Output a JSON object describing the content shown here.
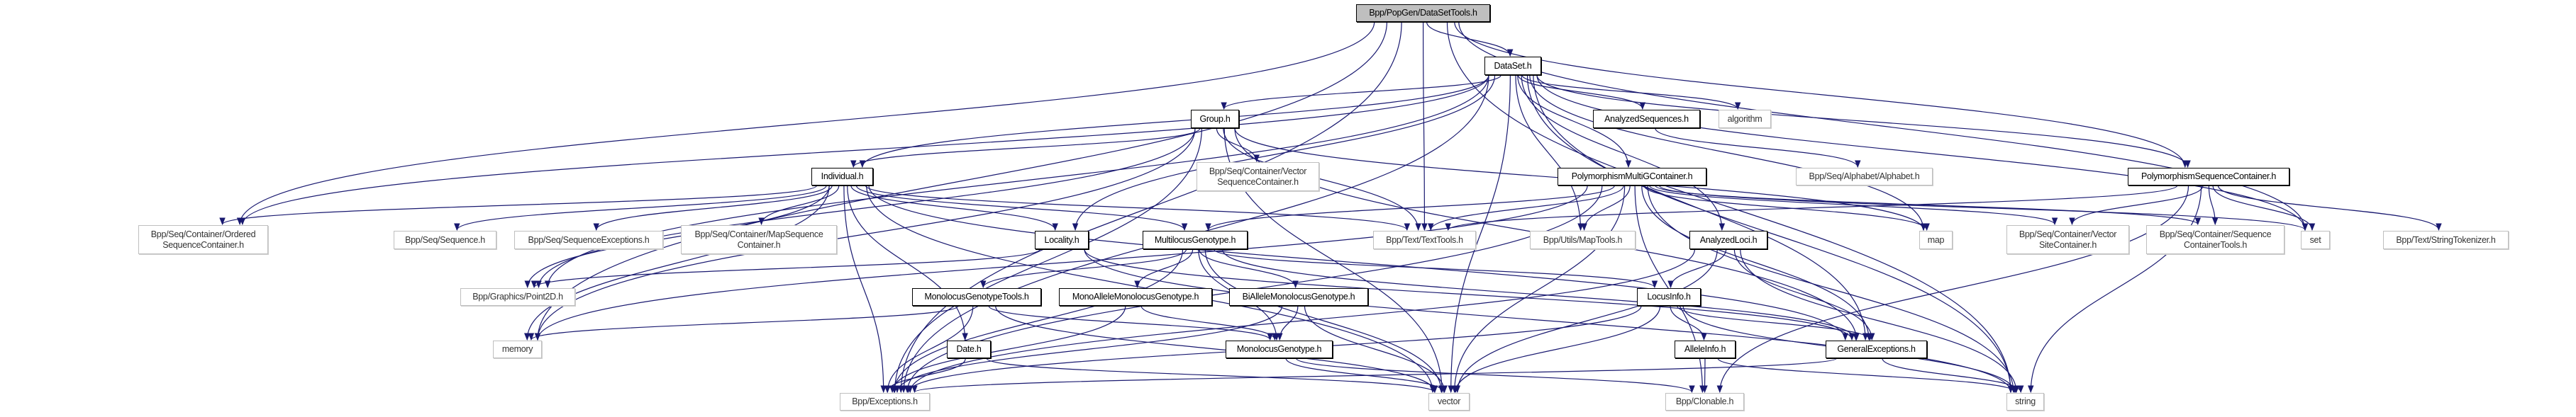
{
  "edge_color": "#191970",
  "root_fill": "#bfbfbf",
  "nodes": [
    {
      "id": "root",
      "label": "Bpp/PopGen/DataSetTools.h",
      "kind": "root"
    },
    {
      "id": "dataset",
      "label": "DataSet.h",
      "kind": "documented"
    },
    {
      "id": "group",
      "label": "Group.h",
      "kind": "documented"
    },
    {
      "id": "analyzedseq",
      "label": "AnalyzedSequences.h",
      "kind": "documented"
    },
    {
      "id": "algorithm",
      "label": "algorithm",
      "kind": "external"
    },
    {
      "id": "individual",
      "label": "Individual.h",
      "kind": "documented"
    },
    {
      "id": "vecseqcont",
      "label": "Bpp/Seq/Container/Vector\nSequenceContainer.h",
      "kind": "external"
    },
    {
      "id": "pmgc",
      "label": "PolymorphismMultiGContainer.h",
      "kind": "documented"
    },
    {
      "id": "alphabet",
      "label": "Bpp/Seq/Alphabet/Alphabet.h",
      "kind": "external"
    },
    {
      "id": "psc",
      "label": "PolymorphismSequenceContainer.h",
      "kind": "documented"
    },
    {
      "id": "orderedseq",
      "label": "Bpp/Seq/Container/Ordered\nSequenceContainer.h",
      "kind": "external"
    },
    {
      "id": "sequence",
      "label": "Bpp/Seq/Sequence.h",
      "kind": "external"
    },
    {
      "id": "seqexc",
      "label": "Bpp/Seq/SequenceExceptions.h",
      "kind": "external"
    },
    {
      "id": "mapseqcont",
      "label": "Bpp/Seq/Container/MapSequence\nContainer.h",
      "kind": "external"
    },
    {
      "id": "locality",
      "label": "Locality.h",
      "kind": "documented"
    },
    {
      "id": "multilocus",
      "label": "MultilocusGenotype.h",
      "kind": "documented"
    },
    {
      "id": "texttools",
      "label": "Bpp/Text/TextTools.h",
      "kind": "external"
    },
    {
      "id": "maptools",
      "label": "Bpp/Utils/MapTools.h",
      "kind": "external"
    },
    {
      "id": "analyzedloci",
      "label": "AnalyzedLoci.h",
      "kind": "documented"
    },
    {
      "id": "map",
      "label": "map",
      "kind": "external"
    },
    {
      "id": "vecsitecont",
      "label": "Bpp/Seq/Container/Vector\nSiteContainer.h",
      "kind": "external"
    },
    {
      "id": "seqconttools",
      "label": "Bpp/Seq/Container/Sequence\nContainerTools.h",
      "kind": "external"
    },
    {
      "id": "set",
      "label": "set",
      "kind": "external"
    },
    {
      "id": "stringtok",
      "label": "Bpp/Text/StringTokenizer.h",
      "kind": "external"
    },
    {
      "id": "point2d",
      "label": "Bpp/Graphics/Point2D.h",
      "kind": "external"
    },
    {
      "id": "monotools",
      "label": "MonolocusGenotypeTools.h",
      "kind": "documented"
    },
    {
      "id": "monoallele",
      "label": "MonoAlleleMonolocusGenotype.h",
      "kind": "documented"
    },
    {
      "id": "biallele",
      "label": "BiAlleleMonolocusGenotype.h",
      "kind": "documented"
    },
    {
      "id": "locusinfo",
      "label": "LocusInfo.h",
      "kind": "documented"
    },
    {
      "id": "memory",
      "label": "memory",
      "kind": "external"
    },
    {
      "id": "date",
      "label": "Date.h",
      "kind": "documented"
    },
    {
      "id": "monolocus",
      "label": "MonolocusGenotype.h",
      "kind": "documented"
    },
    {
      "id": "alleleinfo",
      "label": "AlleleInfo.h",
      "kind": "documented"
    },
    {
      "id": "genexc",
      "label": "GeneralExceptions.h",
      "kind": "documented"
    },
    {
      "id": "exceptions",
      "label": "Bpp/Exceptions.h",
      "kind": "external"
    },
    {
      "id": "vector",
      "label": "vector",
      "kind": "external"
    },
    {
      "id": "clonable",
      "label": "Bpp/Clonable.h",
      "kind": "external"
    },
    {
      "id": "string",
      "label": "string",
      "kind": "external"
    }
  ],
  "edges": [
    [
      "root",
      "dataset"
    ],
    [
      "root",
      "psc"
    ],
    [
      "root",
      "exceptions"
    ],
    [
      "root",
      "memory"
    ],
    [
      "root",
      "orderedseq"
    ],
    [
      "root",
      "texttools"
    ],
    [
      "root",
      "set"
    ],
    [
      "root",
      "string"
    ],
    [
      "dataset",
      "group"
    ],
    [
      "dataset",
      "individual"
    ],
    [
      "dataset",
      "analyzedseq"
    ],
    [
      "dataset",
      "algorithm"
    ],
    [
      "dataset",
      "pmgc"
    ],
    [
      "dataset",
      "psc"
    ],
    [
      "dataset",
      "locality"
    ],
    [
      "dataset",
      "analyzedloci"
    ],
    [
      "dataset",
      "maptools"
    ],
    [
      "dataset",
      "map"
    ],
    [
      "dataset",
      "set"
    ],
    [
      "dataset",
      "vector"
    ],
    [
      "dataset",
      "string"
    ],
    [
      "dataset",
      "genexc"
    ],
    [
      "dataset",
      "exceptions"
    ],
    [
      "dataset",
      "point2d"
    ],
    [
      "dataset",
      "orderedseq"
    ],
    [
      "group",
      "individual"
    ],
    [
      "group",
      "vecseqcont"
    ],
    [
      "group",
      "point2d"
    ],
    [
      "group",
      "memory"
    ],
    [
      "group",
      "exceptions"
    ],
    [
      "group",
      "vector"
    ],
    [
      "group",
      "map"
    ],
    [
      "group",
      "genexc"
    ],
    [
      "group",
      "texttools"
    ],
    [
      "individual",
      "orderedseq"
    ],
    [
      "individual",
      "sequence"
    ],
    [
      "individual",
      "seqexc"
    ],
    [
      "individual",
      "mapseqcont"
    ],
    [
      "individual",
      "point2d"
    ],
    [
      "individual",
      "memory"
    ],
    [
      "individual",
      "locality"
    ],
    [
      "individual",
      "multilocus"
    ],
    [
      "individual",
      "date"
    ],
    [
      "individual",
      "texttools"
    ],
    [
      "individual",
      "exceptions"
    ],
    [
      "individual",
      "vector"
    ],
    [
      "individual",
      "genexc"
    ],
    [
      "analyzedseq",
      "alphabet"
    ],
    [
      "pmgc",
      "multilocus"
    ],
    [
      "pmgc",
      "texttools"
    ],
    [
      "pmgc",
      "maptools"
    ],
    [
      "pmgc",
      "map"
    ],
    [
      "pmgc",
      "set"
    ],
    [
      "pmgc",
      "vector"
    ],
    [
      "pmgc",
      "string"
    ],
    [
      "pmgc",
      "genexc"
    ],
    [
      "pmgc",
      "clonable"
    ],
    [
      "pmgc",
      "exceptions"
    ],
    [
      "pmgc",
      "vecsitecont"
    ],
    [
      "pmgc",
      "seqconttools"
    ],
    [
      "pmgc",
      "memory"
    ],
    [
      "psc",
      "vecsitecont"
    ],
    [
      "psc",
      "seqconttools"
    ],
    [
      "psc",
      "set"
    ],
    [
      "psc",
      "stringtok"
    ],
    [
      "psc",
      "texttools"
    ],
    [
      "psc",
      "string"
    ],
    [
      "psc",
      "clonable"
    ],
    [
      "locality",
      "point2d"
    ],
    [
      "locality",
      "genexc"
    ],
    [
      "locality",
      "string"
    ],
    [
      "multilocus",
      "monotools"
    ],
    [
      "multilocus",
      "monoallele"
    ],
    [
      "multilocus",
      "biallele"
    ],
    [
      "multilocus",
      "monolocus"
    ],
    [
      "multilocus",
      "exceptions"
    ],
    [
      "multilocus",
      "vector"
    ],
    [
      "multilocus",
      "genexc"
    ],
    [
      "multilocus",
      "locusinfo"
    ],
    [
      "monotools",
      "monolocus"
    ],
    [
      "monotools",
      "exceptions"
    ],
    [
      "monotools",
      "vector"
    ],
    [
      "monotools",
      "memory"
    ],
    [
      "monoallele",
      "monolocus"
    ],
    [
      "monoallele",
      "exceptions"
    ],
    [
      "biallele",
      "monolocus"
    ],
    [
      "biallele",
      "exceptions"
    ],
    [
      "biallele",
      "vector"
    ],
    [
      "monolocus",
      "vector"
    ],
    [
      "monolocus",
      "clonable"
    ],
    [
      "date",
      "exceptions"
    ],
    [
      "date",
      "vector"
    ],
    [
      "analyzedloci",
      "locusinfo"
    ],
    [
      "analyzedloci",
      "genexc"
    ],
    [
      "analyzedloci",
      "string"
    ],
    [
      "analyzedloci",
      "exceptions"
    ],
    [
      "analyzedloci",
      "vector"
    ],
    [
      "locusinfo",
      "alleleinfo"
    ],
    [
      "locusinfo",
      "genexc"
    ],
    [
      "locusinfo",
      "vector"
    ],
    [
      "locusinfo",
      "string"
    ],
    [
      "locusinfo",
      "exceptions"
    ],
    [
      "alleleinfo",
      "clonable"
    ],
    [
      "alleleinfo",
      "string"
    ],
    [
      "genexc",
      "exceptions"
    ],
    [
      "genexc",
      "string"
    ]
  ]
}
